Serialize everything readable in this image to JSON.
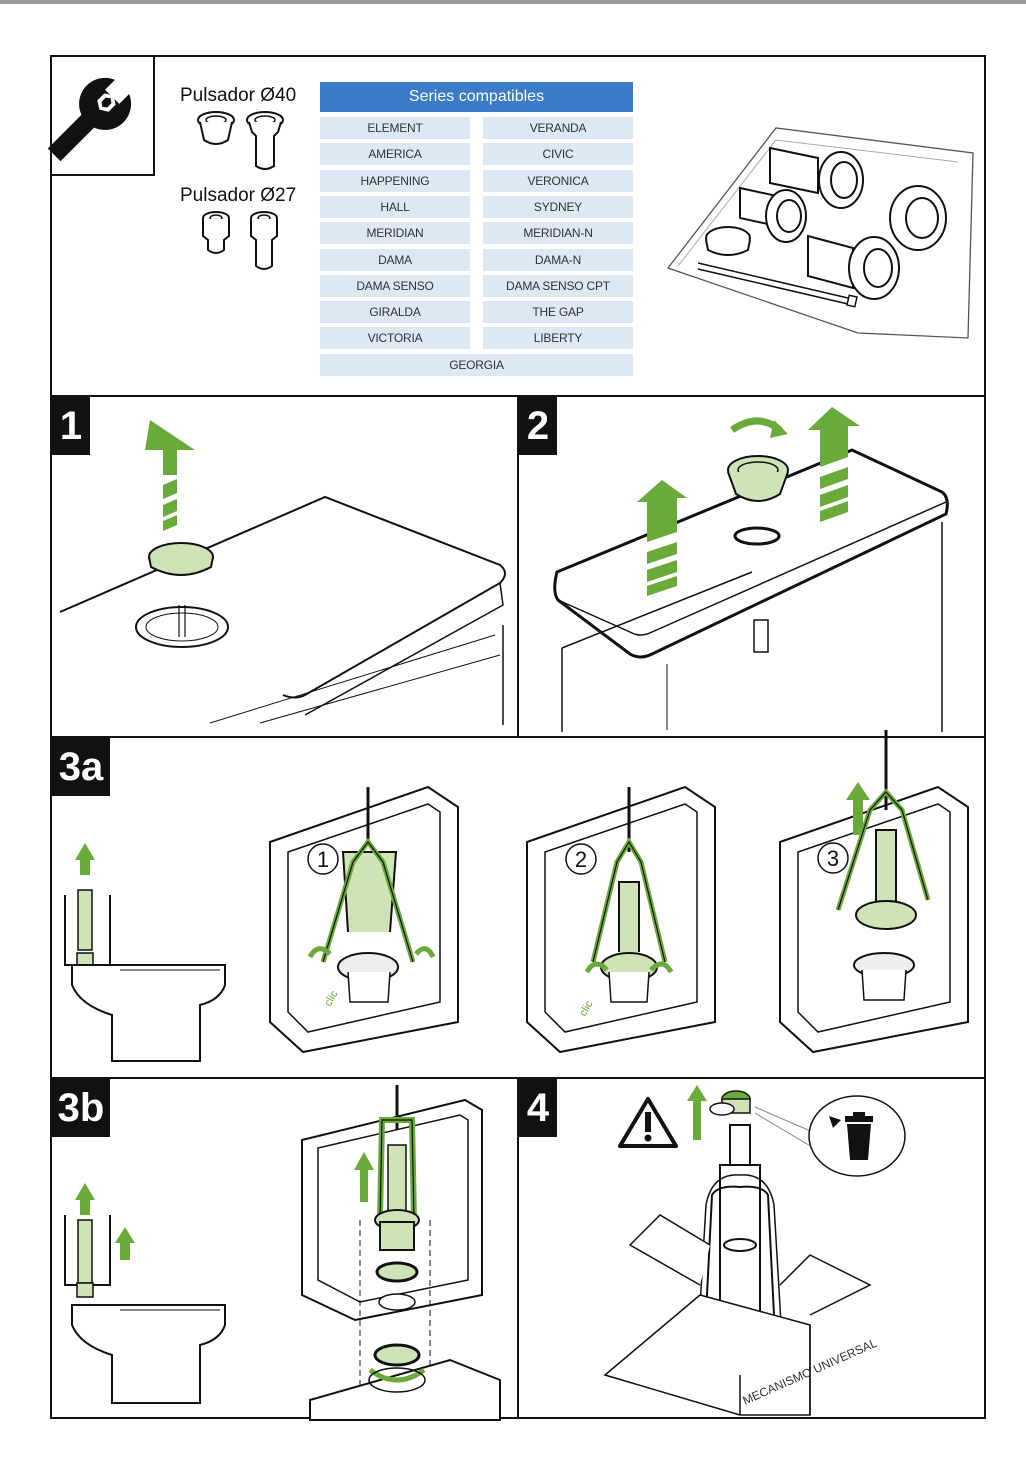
{
  "header": {
    "pulsador_40": "Pulsador Ø40",
    "pulsador_27": "Pulsador Ø27",
    "series_title": "Series compatibles"
  },
  "series": {
    "left": [
      "ELEMENT",
      "AMERICA",
      "HAPPENING",
      "HALL",
      "MERIDIAN",
      "DAMA",
      "DAMA SENSO",
      "GIRALDA",
      "VICTORIA"
    ],
    "right": [
      "VERANDA",
      "CIVIC",
      "VERONICA",
      "SYDNEY",
      "MERIDIAN-N",
      "DAMA-N",
      "DAMA SENSO CPT",
      "THE GAP",
      "LIBERTY"
    ],
    "bottom": "GEORGIA"
  },
  "steps": {
    "s1": "1",
    "s2": "2",
    "s3a": "3a",
    "s3b": "3b",
    "s4": "4"
  },
  "substeps": [
    "1",
    "2",
    "3"
  ],
  "annotations": {
    "clic": "clic",
    "box_label": "MECANISMO UNIVERSAL"
  },
  "colors": {
    "accent_green": "#6aaa3a",
    "light_green": "#cfe3b8",
    "header_blue": "#3a7cc7",
    "cell_blue": "#dce8f4"
  },
  "icons": [
    "wrench-icon",
    "warning-icon",
    "trash-icon",
    "arrow-up-icon",
    "rotate-icon"
  ]
}
